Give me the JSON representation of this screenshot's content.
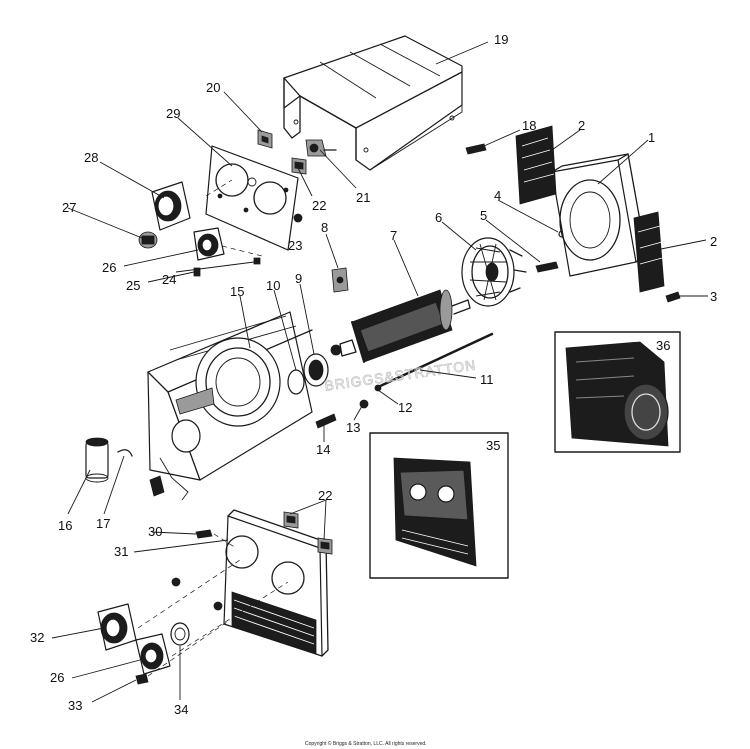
{
  "callouts": [
    "1",
    "2",
    "2",
    "3",
    "4",
    "5",
    "6",
    "7",
    "8",
    "9",
    "10",
    "11",
    "12",
    "13",
    "14",
    "15",
    "16",
    "17",
    "18",
    "19",
    "20",
    "21",
    "22",
    "22",
    "23",
    "24",
    "25",
    "26",
    "26",
    "27",
    "28",
    "29",
    "30",
    "31",
    "32",
    "33",
    "34"
  ],
  "insets": [
    "35",
    "36"
  ],
  "watermark": "BRIGGS&STRATTON",
  "copyright": "Copyright © Briggs & Stratton, LLC. All rights reserved."
}
